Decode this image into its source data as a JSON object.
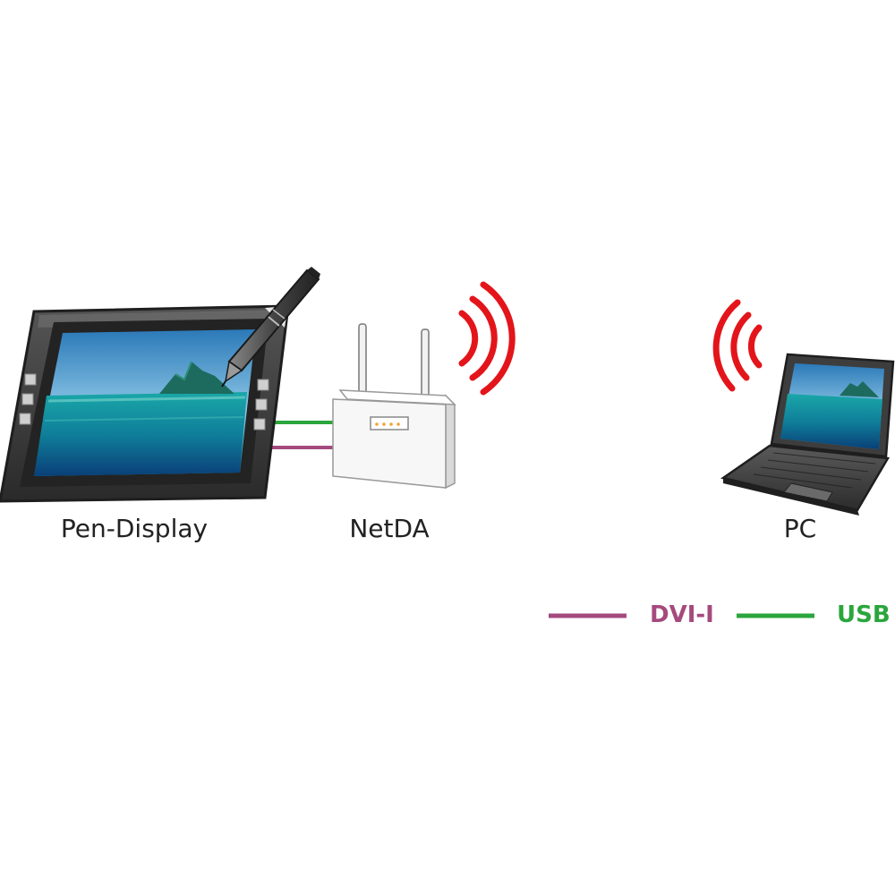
{
  "devices": {
    "pen_display": {
      "label": "Pen-Display"
    },
    "netda": {
      "label": "NetDA"
    },
    "pc": {
      "label": "PC"
    }
  },
  "legend": {
    "dvi": {
      "label": "DVI-I",
      "color": "#a54a7e"
    },
    "usb": {
      "label": "USB",
      "color": "#2aa63c"
    }
  },
  "colors": {
    "wireless_signal": "#e3151b",
    "device_frame": "#3a3a3a",
    "screen_sky": "#3f8fc9",
    "screen_sea": "#128a9c",
    "router_body": "#f4f4f4"
  }
}
